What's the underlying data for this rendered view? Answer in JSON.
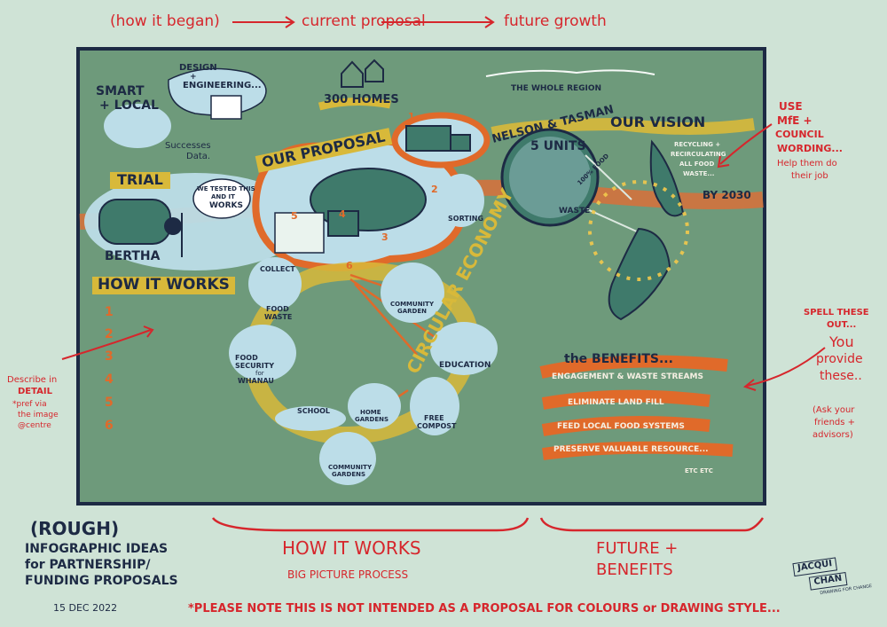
{
  "header": {
    "flow": [
      "(how it began)",
      "current proposal",
      "future growth"
    ]
  },
  "left": {
    "smart_local": [
      "SMART",
      "+ LOCAL"
    ],
    "design": [
      "DESIGN",
      "+",
      "ENGINEERING..."
    ],
    "successes": [
      "Successes",
      "Data."
    ],
    "trial": "TRIAL",
    "bubble": [
      "WE TESTED THIS",
      "AND IT",
      "WORKS"
    ],
    "bertha": "BERTHA",
    "how_it_works": "HOW IT WORKS",
    "steps": [
      "1",
      "2",
      "3",
      "4",
      "5",
      "6"
    ]
  },
  "proposal": {
    "title": "OUR PROPOSAL",
    "homes": "300 HOMES",
    "sorting": "SORTING",
    "markers": [
      "1",
      "2",
      "3",
      "4",
      "5",
      "6"
    ]
  },
  "cycle": {
    "collect": [
      "COLLECT",
      "FOOD",
      "WASTE"
    ],
    "food_security": [
      "FOOD",
      "SECURITY",
      "for",
      "WHANAU"
    ],
    "school": "SCHOOL",
    "home_gardens": [
      "HOME",
      "GARDENS"
    ],
    "community_gardens": [
      "COMMUNITY",
      "GARDENS"
    ],
    "free_compost": [
      "FREE",
      "COMPOST"
    ],
    "education": "EDUCATION",
    "community_garden": [
      "COMMUNITY",
      "GARDEN"
    ],
    "circular_economy": "CIRCULAR ECONOMY"
  },
  "region": {
    "whole_region": "THE WHOLE REGION",
    "nelson": "NELSON & TASMAN",
    "units": "5 UNITS",
    "food_waste": [
      "100% FOOD",
      "WASTE"
    ],
    "vision": "OUR VISION",
    "vision_text": [
      "RECYCLING +",
      "RECIRCULATING",
      "ALL FOOD",
      "WASTE..."
    ],
    "year": "BY 2030"
  },
  "benefits": {
    "title": "the BENEFITS...",
    "items": [
      "ENGAGEMENT & WASTE STREAMS",
      "ELIMINATE LAND FILL",
      "FEED LOCAL FOOD SYSTEMS",
      "PRESERVE VALUABLE RESOURCE..."
    ],
    "etc": "ETC ETC"
  },
  "notes": {
    "mfe": [
      "USE",
      "MfE +",
      "COUNCIL",
      "WORDING...",
      "Help them do",
      "their job"
    ],
    "describe": [
      "Describe in",
      "DETAIL",
      "*pref via",
      "the image",
      "@centre"
    ],
    "spell": [
      "SPELL THESE",
      "OUT...",
      "You",
      "provide",
      "these..",
      "(Ask your",
      "friends +",
      "advisors)"
    ]
  },
  "footer": {
    "how_it_works": "HOW IT WORKS",
    "big_picture": "BIG PICTURE PROCESS",
    "future": [
      "FUTURE +",
      "BENEFITS"
    ],
    "title": [
      "(ROUGH)",
      "INFOGRAPHIC IDEAS",
      "for PARTNERSHIP/",
      "FUNDING PROPOSALS"
    ],
    "date": "15 DEC 2022",
    "note": "*PLEASE NOTE THIS IS NOT INTENDED AS A PROPOSAL FOR COLOURS or DRAWING STYLE...",
    "stamp": [
      "JACQUI",
      "CHAN",
      "DRAWING FOR CHANGE"
    ]
  }
}
